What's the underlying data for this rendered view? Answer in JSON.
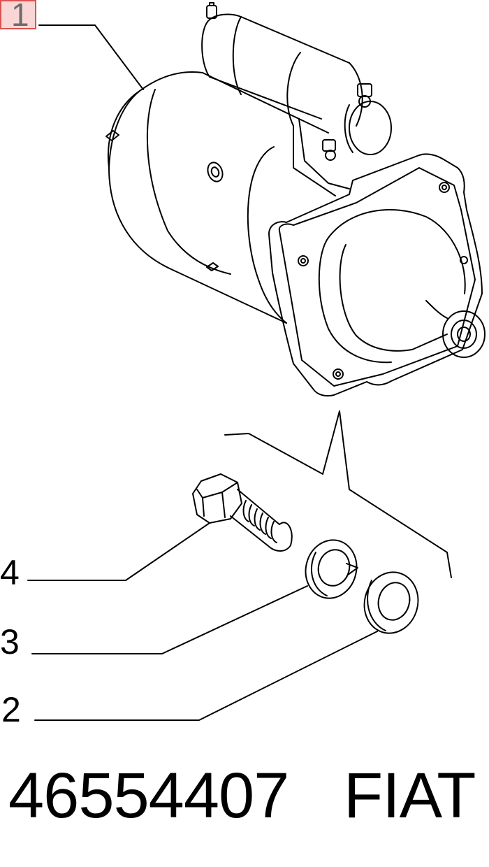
{
  "callouts": {
    "item_1": "1",
    "item_2": "2",
    "item_3": "3",
    "item_4": "4"
  },
  "caption": {
    "part_number": "46554407",
    "brand": "FIAT"
  },
  "colors": {
    "line": "#000000",
    "highlight_fill": "#f9d6d5",
    "highlight_border": "#d9534f"
  }
}
